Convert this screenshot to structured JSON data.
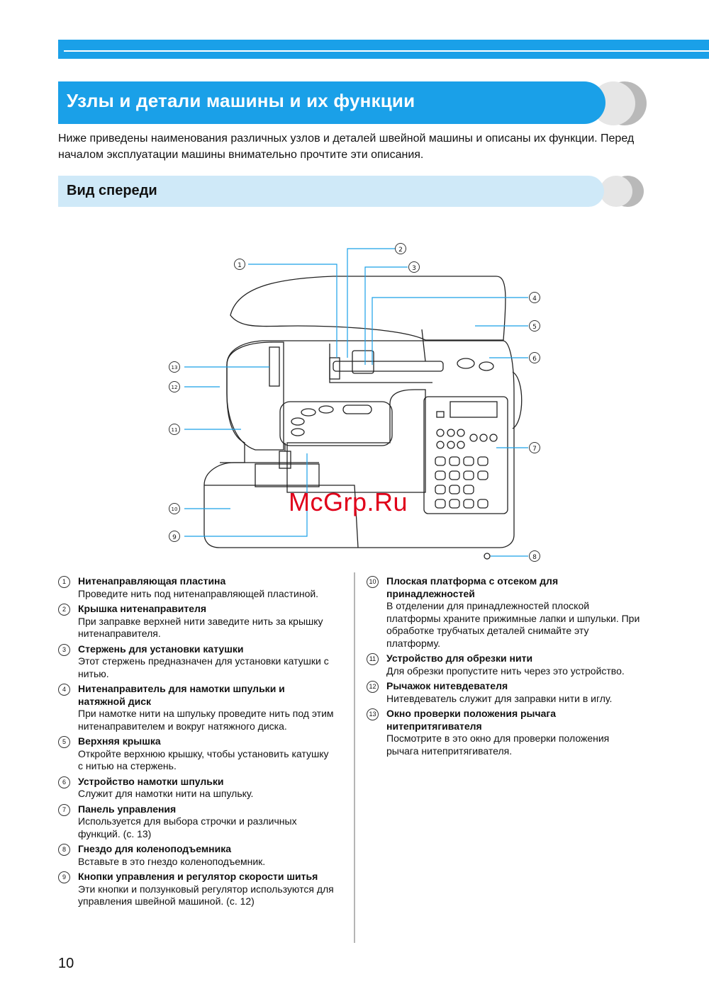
{
  "header": {
    "title": "Узлы и детали машины и их функции",
    "intro": "Ниже приведены наименования различных узлов и деталей швейной машины и описаны их функции. Перед началом эксплуатации машины внимательно прочтите эти описания."
  },
  "section": {
    "title": "Вид спереди"
  },
  "diagram": {
    "labels": [
      "①",
      "②",
      "③",
      "④",
      "⑤",
      "⑥",
      "⑦",
      "⑧",
      "⑨",
      "⑩",
      "⑪",
      "⑫",
      "⑬"
    ]
  },
  "watermark": "McGrp.Ru",
  "items_left": [
    {
      "num": "1",
      "title": "Нитенаправляющая пластина",
      "desc": "Проведите нить под нитенаправляющей пластиной."
    },
    {
      "num": "2",
      "title": "Крышка нитенаправителя",
      "desc": "При заправке верхней нити заведите нить за крышку нитенаправителя."
    },
    {
      "num": "3",
      "title": "Стержень для установки катушки",
      "desc": "Этот стержень предназначен для установки катушки с нитью."
    },
    {
      "num": "4",
      "title": "Нитенаправитель для намотки шпульки и натяжной диск",
      "desc": "При намотке нити на шпульку проведите нить под этим нитенаправителем и вокруг натяжного диска."
    },
    {
      "num": "5",
      "title": "Верхняя крышка",
      "desc": "Откройте верхнюю крышку, чтобы установить катушку с нитью на стержень."
    },
    {
      "num": "6",
      "title": "Устройство намотки шпульки",
      "desc": "Служит для намотки нити на шпульку."
    },
    {
      "num": "7",
      "title": "Панель управления",
      "desc": "Используется для выбора строчки и различных функций. (с. 13)"
    },
    {
      "num": "8",
      "title": "Гнездо для коленоподъемника",
      "desc": "Вставьте в это гнездо коленоподъемник."
    },
    {
      "num": "9",
      "title": "Кнопки управления и регулятор скорости шитья",
      "desc": "Эти кнопки и ползунковый регулятор используются для управления швейной машиной. (с. 12)"
    }
  ],
  "items_right": [
    {
      "num": "10",
      "title": "Плоская платформа с отсеком для принадлежностей",
      "desc": "В отделении для принадлежностей плоской платформы храните прижимные лапки и шпульки. При обработке трубчатых деталей снимайте эту платформу."
    },
    {
      "num": "11",
      "title": "Устройство для обрезки нити",
      "desc": "Для обрезки пропустите нить через это устройство."
    },
    {
      "num": "12",
      "title": "Рычажок нитевдевателя",
      "desc": "Нитевдеватель служит для заправки нити в иглу."
    },
    {
      "num": "13",
      "title": "Окно проверки положения рычага нитепритягивателя",
      "desc": "Посмотрите в это окно для проверки положения рычага нитепритягивателя."
    }
  ],
  "footer": {
    "page_number": "10"
  }
}
